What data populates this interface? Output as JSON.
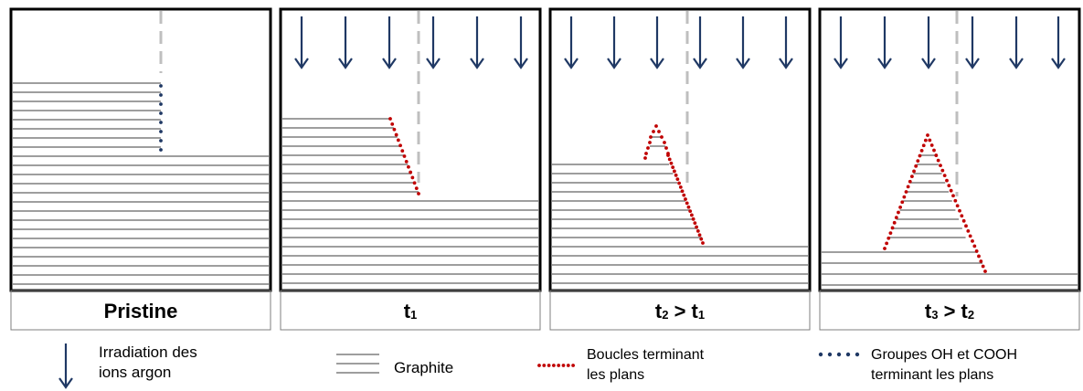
{
  "colors": {
    "arrow": "#1f3864",
    "graphite": "#7f7f7f",
    "red_dots": "#c00000",
    "blue_dots": "#1f3864",
    "dashed": "#bfbfbf",
    "frame": "#000000"
  },
  "panels": [
    {
      "label_main": "Pristine",
      "label_sub": "",
      "label_rest": "",
      "label_sub2": ""
    },
    {
      "label_main": "t",
      "label_sub": "1",
      "label_rest": "",
      "label_sub2": ""
    },
    {
      "label_main": "t",
      "label_sub": "2",
      "label_rest": " > t",
      "label_sub2": "1"
    },
    {
      "label_main": "t",
      "label_sub": "3",
      "label_rest": " > t",
      "label_sub2": "2"
    }
  ],
  "legend": {
    "irradiation": {
      "line1": "Irradiation des",
      "line2": "ions argon",
      "icon": "down-arrow-icon"
    },
    "graphite": {
      "text": "Graphite",
      "icon": "graphite-lines-icon"
    },
    "loops": {
      "line1": "Boucles terminant",
      "line2": "les plans",
      "icon": "red-dots-icon"
    },
    "groups": {
      "line1": "Groupes OH et COOH",
      "line2": "terminant les plans",
      "icon": "blue-dots-icon"
    }
  }
}
